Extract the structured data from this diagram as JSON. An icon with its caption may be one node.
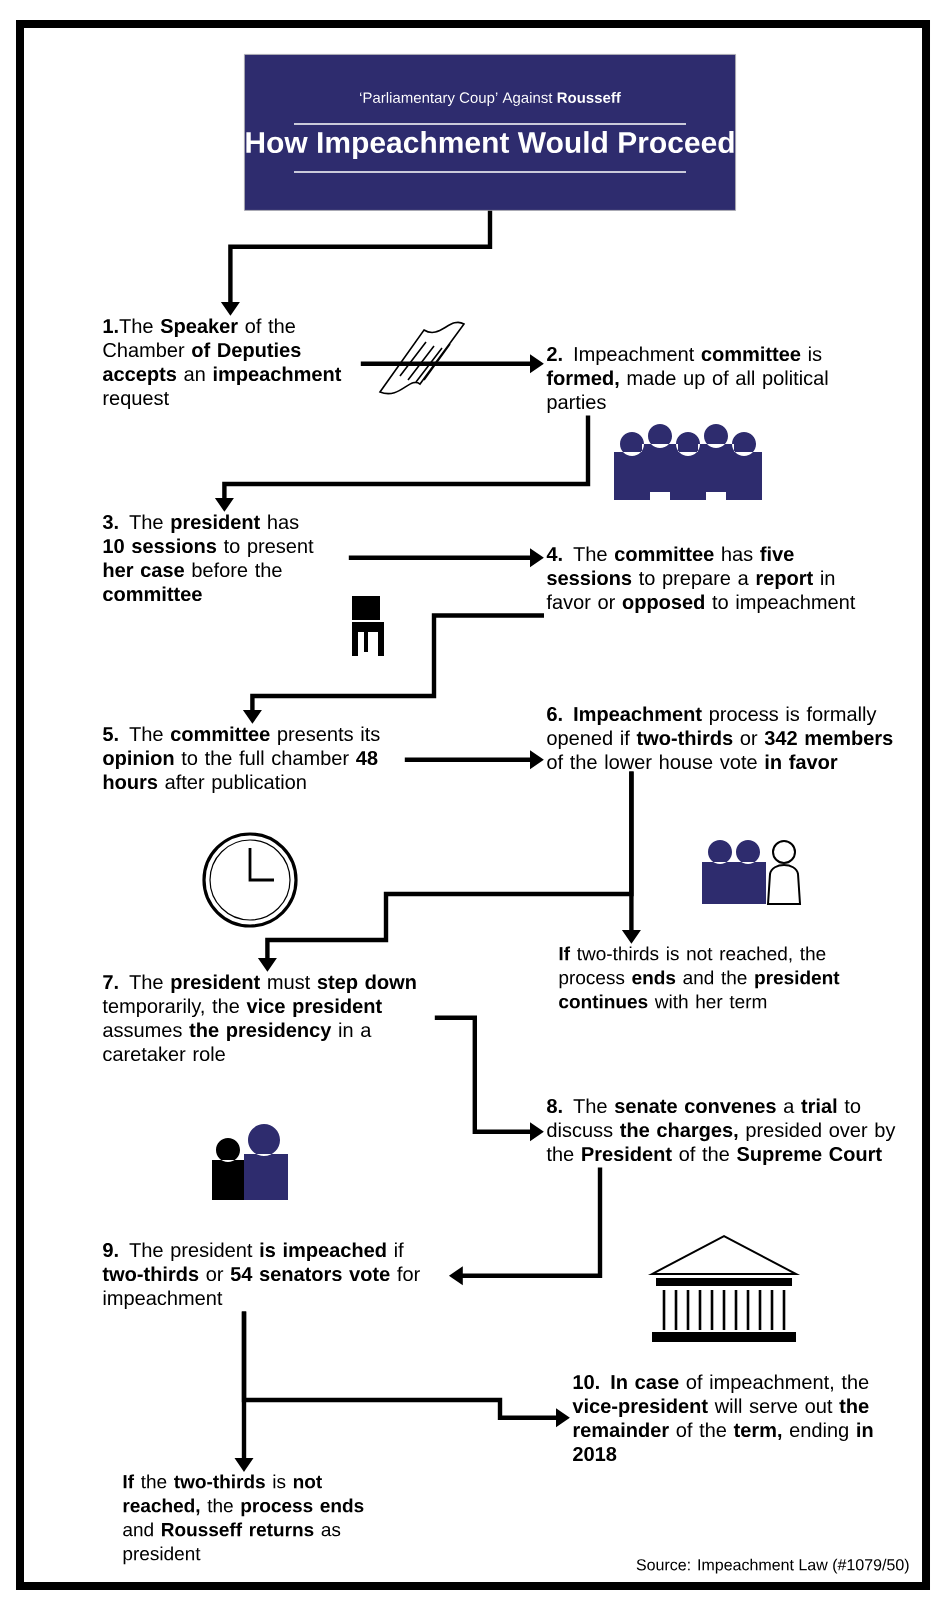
{
  "diagram": {
    "nodes": [
      {
        "text": [
          "‘Parliamentary Coup’ Against **Rousseff**",
          "How Impeachment Would Proceed"
        ]
      },
      {
        "text": [
          "**1.**The **Speaker** of the Chamber **of Deputies accepts** an **impeachment** request"
        ]
      },
      {
        "text": [
          "**2.** Impeachment **committee** is **formed,** made up of all political parties"
        ]
      },
      {
        "text": [
          "**3.** The **president** has **10 sessions** to present **her case** before the **committee**"
        ]
      },
      {
        "text": [
          "**4.** The **committee** has **five sessions** to prepare a **report** in favor or **opposed** to impeachment"
        ]
      },
      {
        "text": [
          "**5.** The **committee** presents its **opinion** to the full chamber **48 hours** after publication"
        ]
      },
      {
        "text": [
          "**6. Impeachment** process is formally opened if **two-thirds** or **342 members** of the lower house vote **in favor**"
        ]
      },
      {
        "text": [
          "**If** two-thirds is not reached, the process **ends** and the **president continues** with her term"
        ]
      },
      {
        "text": [
          "**7.** The **president** must **step down** temporarily, the **vice president** assumes **the presidency** in a caretaker role"
        ]
      },
      {
        "text": [
          "**8.** The **senate convenes** a **trial** to discuss **the charges,** presided over by the **President** of the **Supreme Court**"
        ]
      },
      {
        "text": [
          "**9.** The president **is impeached** if **two-thirds** or **54 senators vote** for impeachment"
        ]
      },
      {
        "text": [
          "**10. In case** of impeachment, the **vice-president** will serve out **the remainder** of the **term,** ending **in 2018**"
        ]
      },
      {
        "text": [
          "**If** the **two-thirds** is **not reached,** the **process ends** and **Rousseff returns** as president"
        ]
      }
    ],
    "edges": [
      {
        "from": 0,
        "to": 1,
        "arrow": "to"
      },
      {
        "from": 1,
        "to": 2,
        "arrow": "to"
      },
      {
        "from": 2,
        "to": 3,
        "arrow": "to"
      },
      {
        "from": 3,
        "to": 4,
        "arrow": "to"
      },
      {
        "from": 4,
        "to": 5,
        "arrow": "to"
      },
      {
        "from": 5,
        "to": 6,
        "arrow": "to"
      },
      {
        "from": 6,
        "to": 7,
        "arrow": "to"
      },
      {
        "from": 6,
        "to": 8,
        "arrow": "to"
      },
      {
        "from": 8,
        "to": 9,
        "arrow": "to"
      },
      {
        "from": 9,
        "to": 10,
        "arrow": "to"
      },
      {
        "from": 10,
        "to": 12,
        "arrow": "to"
      },
      {
        "from": 10,
        "to": 11,
        "arrow": "to"
      }
    ],
    "labels": [
      "Source: Impeachment Law (#1079/50)"
    ]
  }
}
